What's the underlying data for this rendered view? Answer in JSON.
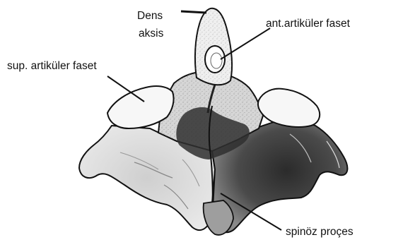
{
  "labels": {
    "dens_line1": "Dens",
    "dens_line2": "aksis",
    "ant_facet": "ant.artiküler faset",
    "sup_facet": "sup. artiküler  faset",
    "spinous": "spinöz proçes"
  },
  "colors": {
    "ink": "#111111",
    "background": "#ffffff",
    "bone_light": "#f1f1f1",
    "bone_mid": "#bdbdbd",
    "bone_dark": "#3a3a3a"
  }
}
